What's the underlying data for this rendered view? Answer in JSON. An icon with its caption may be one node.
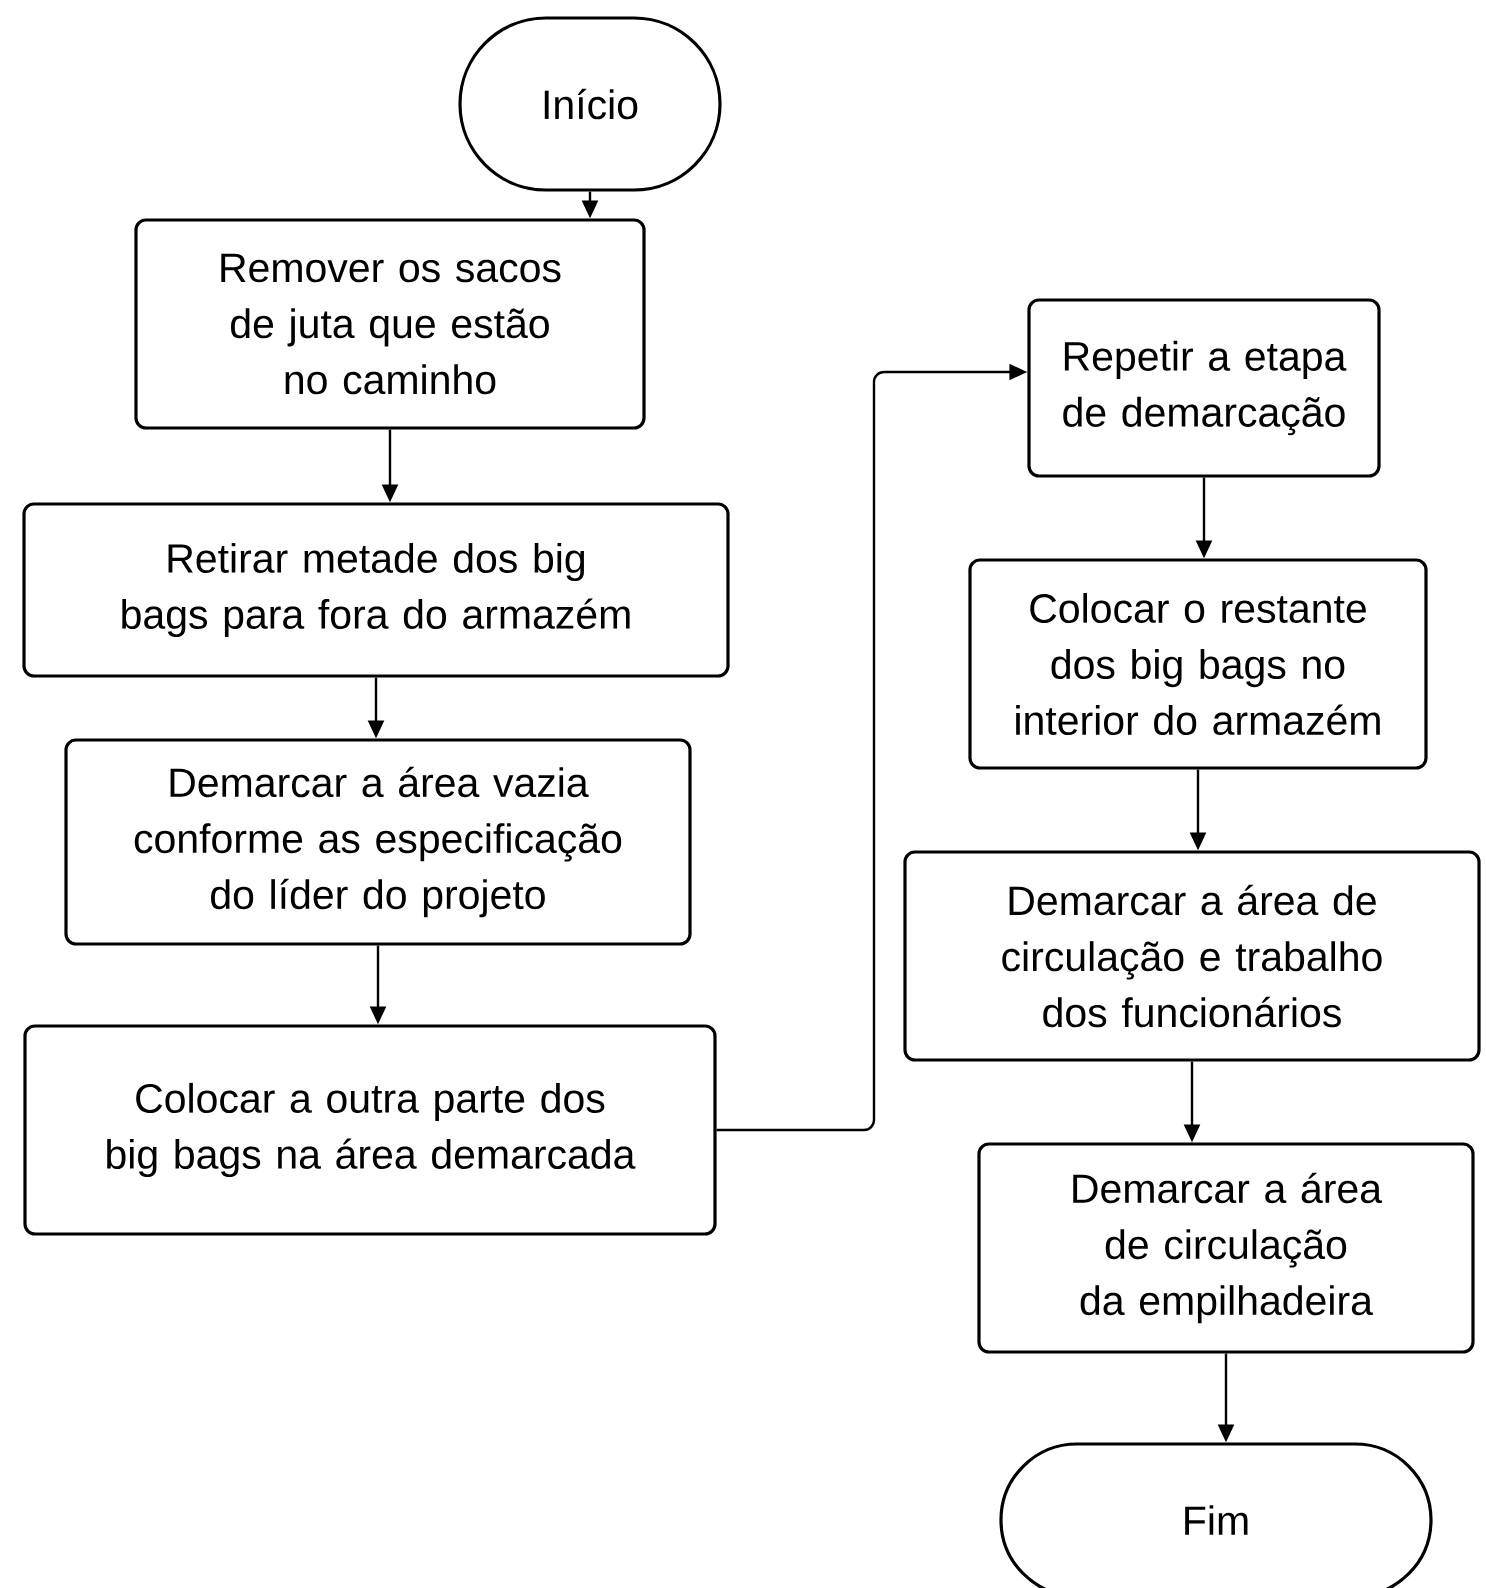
{
  "diagram": {
    "nodes": [
      {
        "text": [
          "Início"
        ]
      },
      {
        "text": [
          "Remover os sacos de juta que estão no caminho"
        ]
      },
      {
        "text": [
          "Retirar metade dos big bags para fora do armazém"
        ]
      },
      {
        "text": [
          "Demarcar a área vazia conforme as especificação do líder do projeto"
        ]
      },
      {
        "text": [
          "Colocar a outra parte dos big bags na área demarcada"
        ]
      },
      {
        "text": [
          "Repetir a etapa de demarcação"
        ]
      },
      {
        "text": [
          "Colocar o restante dos big bags no interior do armazém"
        ]
      },
      {
        "text": [
          "Demarcar a área de circulação e trabalho dos funcionários"
        ]
      },
      {
        "text": [
          "Demarcar a área de circulação da empilhadeira"
        ]
      },
      {
        "text": [
          "Fim"
        ]
      }
    ],
    "edges": [
      {
        "from": 0,
        "to": 1,
        "arrow": "to"
      },
      {
        "from": 1,
        "to": 2,
        "arrow": "to"
      },
      {
        "from": 2,
        "to": 3,
        "arrow": "to"
      },
      {
        "from": 3,
        "to": 4,
        "arrow": "to"
      },
      {
        "from": 4,
        "to": 5,
        "arrow": "to"
      },
      {
        "from": 5,
        "to": 6,
        "arrow": "to"
      },
      {
        "from": 6,
        "to": 7,
        "arrow": "to"
      },
      {
        "from": 7,
        "to": 8,
        "arrow": "to"
      },
      {
        "from": 8,
        "to": 9,
        "arrow": "to"
      }
    ]
  }
}
